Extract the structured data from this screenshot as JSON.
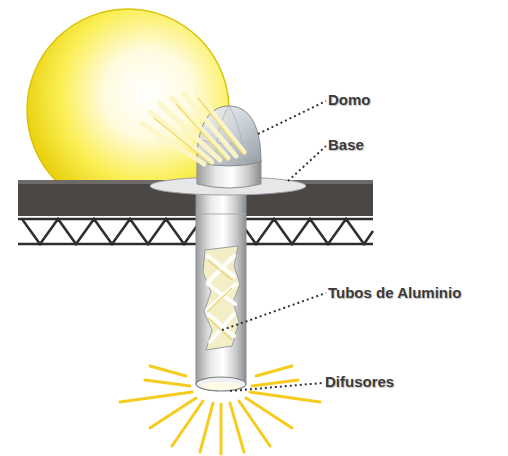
{
  "diagram": {
    "labels": [
      "Domo",
      "Base",
      "Tubos de Aluminio",
      "Difusores"
    ]
  }
}
